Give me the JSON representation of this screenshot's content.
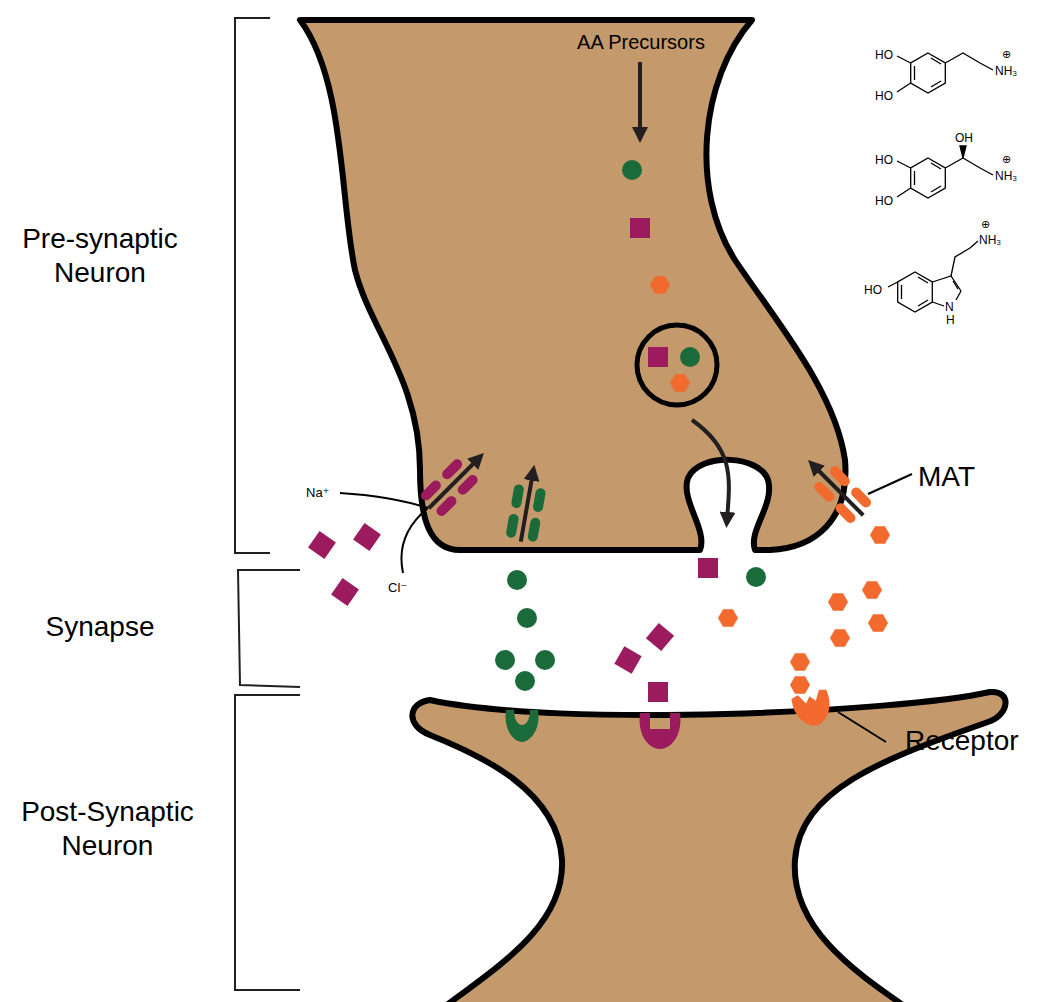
{
  "diagram": {
    "labels": [
      "AA Precursors",
      "Pre-synaptic Neuron",
      "Synapse",
      "Post-Synaptic Neuron",
      "MAT",
      "Receptor",
      "Na⁺",
      "Cl⁻",
      "HO",
      "HO",
      "⊕",
      "NH₃",
      "HO",
      "HO",
      "OH",
      "⊕",
      "NH₃",
      "⊕",
      "NH₃",
      "HO",
      "N",
      "H"
    ]
  }
}
